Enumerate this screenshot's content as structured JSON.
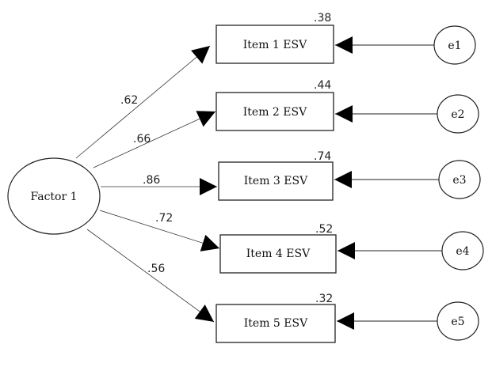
{
  "factor": {
    "label": "Factor 1"
  },
  "items": [
    {
      "label": "Item 1 ESV",
      "loading": ".62",
      "r2": ".38",
      "error": "e1"
    },
    {
      "label": "Item 2 ESV",
      "loading": ".66",
      "r2": ".44",
      "error": "e2"
    },
    {
      "label": "Item 3 ESV",
      "loading": ".86",
      "r2": ".74",
      "error": "e3"
    },
    {
      "label": "Item 4 ESV",
      "loading": ".72",
      "r2": ".52",
      "error": "e4"
    },
    {
      "label": "Item 5 ESV",
      "loading": ".56",
      "r2": ".32",
      "error": "e5"
    }
  ]
}
